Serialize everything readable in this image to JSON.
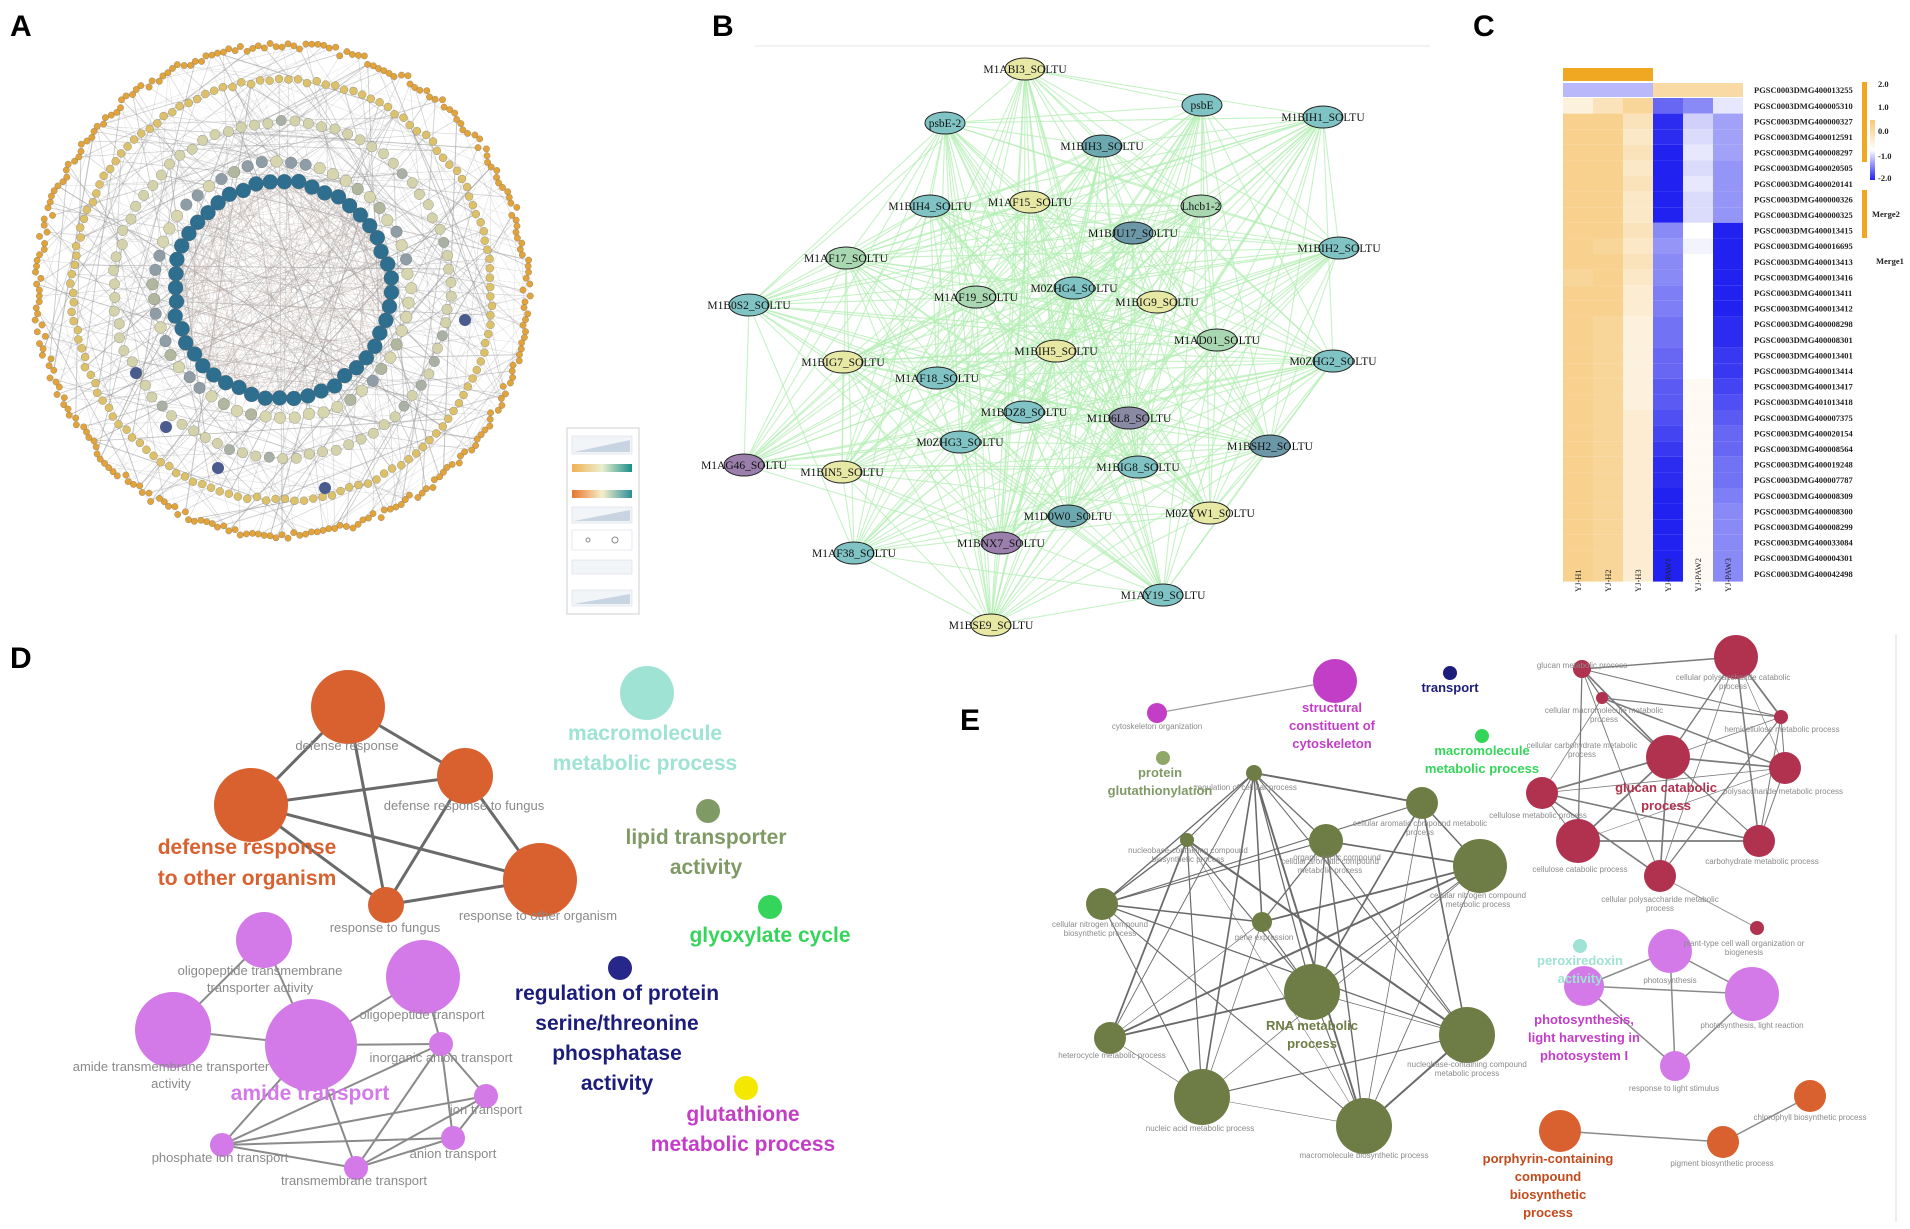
{
  "panels": {
    "a": "A",
    "b": "B",
    "c": "C",
    "d": "D",
    "e": "E"
  },
  "colors": {
    "gold": "#e2a33a",
    "teal": "#2e6e8e",
    "pale": "#d4d2ab",
    "network_edge": "#b2eeb2",
    "heat_low": "#2121f0",
    "heat_high": "#f6c877",
    "heat_top_bar": "#f0a823"
  },
  "panel_b": {
    "nodes": [
      {
        "label": "M1ABI3_SOLTU",
        "fill": "#e6e8a4"
      },
      {
        "label": "psbE-2",
        "fill": "#7fc3c4"
      },
      {
        "label": "psbE",
        "fill": "#7fc3c4"
      },
      {
        "label": "M1BIH1_SOLTU",
        "fill": "#7fc3c4"
      },
      {
        "label": "M1BIH3_SOLTU",
        "fill": "#6ba8b0"
      },
      {
        "label": "M1BIH4_SOLTU",
        "fill": "#7fc3c4"
      },
      {
        "label": "M1AF15_SOLTU",
        "fill": "#e6e8a4"
      },
      {
        "label": "Lhcb1-2",
        "fill": "#a9d7b1"
      },
      {
        "label": "M1BJU17_SOLTU",
        "fill": "#6b97a7"
      },
      {
        "label": "M1BIH2_SOLTU",
        "fill": "#7fc3c4"
      },
      {
        "label": "M1AF17_SOLTU",
        "fill": "#a9d7b1"
      },
      {
        "label": "M0ZHG4_SOLTU",
        "fill": "#7fc3c4"
      },
      {
        "label": "M1AF19_SOLTU",
        "fill": "#a9d7b1"
      },
      {
        "label": "M1BIG9_SOLTU",
        "fill": "#e6e8a4"
      },
      {
        "label": "M1B0S2_SOLTU",
        "fill": "#7fc3c4"
      },
      {
        "label": "M1AD01_SOLTU",
        "fill": "#a9d7b1"
      },
      {
        "label": "M0ZHG2_SOLTU",
        "fill": "#7fc3c4"
      },
      {
        "label": "M1BIG7_SOLTU",
        "fill": "#e6e8a4"
      },
      {
        "label": "M1BIH5_SOLTU",
        "fill": "#e6e8a4"
      },
      {
        "label": "M1AF18_SOLTU",
        "fill": "#7fc3c4"
      },
      {
        "label": "M1BDZ8_SOLTU",
        "fill": "#7fc3c4"
      },
      {
        "label": "M1D6L8_SOLTU",
        "fill": "#8a8aa5"
      },
      {
        "label": "M0ZHG3_SOLTU",
        "fill": "#7fc3c4"
      },
      {
        "label": "M1BSH2_SOLTU",
        "fill": "#6b97a7"
      },
      {
        "label": "M1AG46_SOLTU",
        "fill": "#9a7fad"
      },
      {
        "label": "M1BIN5_SOLTU",
        "fill": "#e6e8a4"
      },
      {
        "label": "M1BIG8_SOLTU",
        "fill": "#7fc3c4"
      },
      {
        "label": "M0ZYW1_SOLTU",
        "fill": "#e6e8a4"
      },
      {
        "label": "M1D0W0_SOLTU",
        "fill": "#6ba8b0"
      },
      {
        "label": "M1BNX7_SOLTU",
        "fill": "#9a7fad"
      },
      {
        "label": "M1AF38_SOLTU",
        "fill": "#7fc3c4"
      },
      {
        "label": "M1AY19_SOLTU",
        "fill": "#7fc3c4"
      },
      {
        "label": "M1BSE9_SOLTU",
        "fill": "#e6e8a4"
      }
    ]
  },
  "panel_c": {
    "columns": [
      "YJ-H1",
      "YJ-H2",
      "YJ-H3",
      "YJ-PAW1",
      "YJ-PAW2",
      "YJ-PAW3"
    ],
    "genes": [
      "PGSC0003DMG400013255",
      "PGSC0003DMG400005310",
      "PGSC0003DMG400000327",
      "PGSC0003DMG400012591",
      "PGSC0003DMG400008297",
      "PGSC0003DMG400020505",
      "PGSC0003DMG400020141",
      "PGSC0003DMG400000326",
      "PGSC0003DMG400000325",
      "PGSC0003DMG400013415",
      "PGSC0003DMG400016695",
      "PGSC0003DMG400013413",
      "PGSC0003DMG400013416",
      "PGSC0003DMG400013411",
      "PGSC0003DMG400013412",
      "PGSC0003DMG400008298",
      "PGSC0003DMG400008301",
      "PGSC0003DMG400013401",
      "PGSC0003DMG400013414",
      "PGSC0003DMG400013417",
      "PGSC0003DMG401013418",
      "PGSC0003DMG400007375",
      "PGSC0003DMG400020154",
      "PGSC0003DMG400008564",
      "PGSC0003DMG400019248",
      "PGSC0003DMG400007787",
      "PGSC0003DMG400008309",
      "PGSC0003DMG400008300",
      "PGSC0003DMG400008299",
      "PGSC0003DMG400033084",
      "PGSC0003DMG400004301",
      "PGSC0003DMG400042498"
    ],
    "values": [
      [
        -0.6,
        -0.6,
        -0.6,
        0.8,
        0.8,
        0.8
      ],
      [
        0.3,
        0.6,
        0.9,
        -1.3,
        -1.0,
        -0.2
      ],
      [
        1.0,
        1.0,
        0.6,
        -1.8,
        -0.4,
        -0.8
      ],
      [
        1.0,
        1.0,
        0.5,
        -1.8,
        -0.3,
        -0.8
      ],
      [
        1.0,
        1.0,
        0.6,
        -1.9,
        -0.2,
        -0.8
      ],
      [
        1.0,
        1.0,
        0.5,
        -1.9,
        -0.3,
        -0.9
      ],
      [
        1.0,
        1.0,
        0.6,
        -1.9,
        -0.2,
        -0.9
      ],
      [
        1.0,
        1.0,
        0.5,
        -1.9,
        -0.3,
        -0.9
      ],
      [
        1.0,
        1.0,
        0.5,
        -1.9,
        -0.3,
        -0.9
      ],
      [
        1.0,
        1.0,
        0.6,
        -1.0,
        0.0,
        -1.9
      ],
      [
        1.0,
        0.9,
        0.5,
        -0.9,
        -0.1,
        -1.9
      ],
      [
        1.0,
        1.0,
        0.6,
        -1.0,
        0.0,
        -1.9
      ],
      [
        0.9,
        1.0,
        0.5,
        -1.0,
        0.0,
        -1.9
      ],
      [
        1.0,
        1.0,
        0.4,
        -1.1,
        0.0,
        -1.9
      ],
      [
        1.0,
        1.0,
        0.4,
        -1.1,
        0.0,
        -1.9
      ],
      [
        1.0,
        0.9,
        0.3,
        -1.2,
        0.0,
        -1.8
      ],
      [
        1.0,
        0.9,
        0.3,
        -1.2,
        0.0,
        -1.8
      ],
      [
        1.0,
        0.9,
        0.3,
        -1.3,
        0.0,
        -1.7
      ],
      [
        1.0,
        0.9,
        0.3,
        -1.3,
        0.0,
        -1.7
      ],
      [
        1.0,
        0.9,
        0.3,
        -1.4,
        0.1,
        -1.6
      ],
      [
        1.0,
        0.9,
        0.3,
        -1.4,
        0.1,
        -1.5
      ],
      [
        1.0,
        0.9,
        0.4,
        -1.5,
        0.1,
        -1.4
      ],
      [
        1.0,
        0.9,
        0.4,
        -1.6,
        0.1,
        -1.3
      ],
      [
        1.0,
        0.9,
        0.4,
        -1.7,
        0.1,
        -1.3
      ],
      [
        1.0,
        0.9,
        0.4,
        -1.8,
        0.1,
        -1.2
      ],
      [
        1.0,
        0.9,
        0.4,
        -1.8,
        0.1,
        -1.2
      ],
      [
        1.0,
        0.9,
        0.4,
        -1.9,
        0.1,
        -1.1
      ],
      [
        1.0,
        0.9,
        0.4,
        -1.9,
        0.1,
        -1.0
      ],
      [
        1.0,
        0.9,
        0.4,
        -1.9,
        0.1,
        -1.0
      ],
      [
        1.0,
        0.9,
        0.4,
        -1.9,
        0.1,
        -1.0
      ],
      [
        1.0,
        0.9,
        0.4,
        -1.9,
        0.1,
        -1.0
      ],
      [
        1.0,
        0.9,
        0.4,
        -1.9,
        0.1,
        -1.0
      ]
    ],
    "color_scale": [
      "2.0",
      "1.0",
      "0.0",
      "-1.0",
      "-2.0"
    ],
    "merge2": "Merge2",
    "merge1": "Merge1"
  },
  "panel_d": {
    "clusters": [
      {
        "name": "defense response to other organism",
        "color": "#d9602f",
        "big": [
          "defense response",
          "to other organism"
        ],
        "small": [
          "defense response",
          "defense response to fungus",
          "response to fungus",
          "response to other organism"
        ]
      },
      {
        "name": "amide transport",
        "color": "#d47ae8",
        "big": [
          "amide transport"
        ],
        "small": [
          "oligopeptide transmembrane",
          "transporter activity",
          "oligopeptide transport",
          "amide transmembrane transporter",
          "activity",
          "inorganic anion transport",
          "ion transport",
          "phosphate ion transport",
          "anion transport",
          "transmembrane transport"
        ]
      }
    ],
    "singles": [
      {
        "lines": [
          "macromolecule",
          "metabolic process"
        ],
        "color": "#9ee3d3"
      },
      {
        "lines": [
          "lipid transporter",
          "activity"
        ],
        "color": "#7f9a65"
      },
      {
        "lines": [
          "glyoxylate cycle"
        ],
        "color": "#35d45a"
      },
      {
        "lines": [
          "regulation of protein",
          "serine/threonine",
          "phosphatase",
          "activity"
        ],
        "color": "#27278a"
      },
      {
        "lines": [
          "glutathione",
          "metabolic process"
        ],
        "color": "#c33ec7"
      }
    ]
  },
  "panel_e": {
    "big_labels": {
      "structural": [
        "structural",
        "constituent of",
        "cytoskeleton"
      ],
      "transport": [
        "transport"
      ],
      "macromolecule": [
        "macromolecule",
        "metabolic process"
      ],
      "protein": [
        "protein",
        "glutathionylation"
      ],
      "glucan": [
        "glucan catabolic",
        "process"
      ],
      "rna": [
        "RNA metabolic",
        "process"
      ],
      "peroxiredoxin": [
        "peroxiredoxin",
        "activity"
      ],
      "photosynthesis": [
        "photosynthesis,",
        "light harvesting in",
        "photosystem I"
      ],
      "porphyrin": [
        "porphyrin-containing",
        "compound",
        "biosynthetic",
        "process"
      ]
    },
    "small_labels": {
      "cytoskeleton": "cytoskeleton organization",
      "reg_cell": "regulation of cellular process",
      "nucleobase": [
        "nucleobase-containing compound",
        "biosynthetic process"
      ],
      "cell_org": [
        "cellular aromatic compound",
        "metabolic process"
      ],
      "org_cyclic": [
        "organic cyclic compound",
        "biosynthetic process"
      ],
      "aromatic_meta": [
        "cellular aromatic compound metabolic",
        "process"
      ],
      "nitrogen": [
        "cellular nitrogen compound",
        "metabolic process"
      ],
      "cellnit_bio": [
        "cellular nitrogen compound",
        "biosynthetic process"
      ],
      "gene_expr": "gene expression",
      "heterocycle": "heterocycle metabolic process",
      "nucleobase_meta": [
        "nucleobase-containing compound",
        "metabolic process"
      ],
      "nucleic": "nucleic acid metabolic process",
      "macro_bio": "macromolecule biosynthetic process",
      "glucan_meta": "glucan metabolic process",
      "cell_poly_cat": [
        "cellular polysaccharide catabolic",
        "process"
      ],
      "cell_macro_meta": [
        "cellular macromolecule metabolic",
        "process"
      ],
      "cell_carb": [
        "cellular carbohydrate metabolic",
        "process"
      ],
      "hemicell": "hemicellulose metabolic process",
      "cellulose_meta": "cellulose metabolic process",
      "polysac_meta": "polysaccharide metabolic process",
      "cellulose_cat": "cellulose catabolic process",
      "carb_meta": "carbohydrate metabolic process",
      "cell_poly_meta": [
        "cellular polysaccharide metabolic",
        "process"
      ],
      "plant_cell_wall": [
        "plant-type cell wall organization or",
        "biogenesis"
      ],
      "photosynth": "photosynthesis",
      "light_reaction": "photosynthesis, light reaction",
      "light_stim": "response to light stimulus",
      "chloro": "chlorophyll biosynthetic process",
      "pigment": "pigment biosynthetic process"
    }
  }
}
